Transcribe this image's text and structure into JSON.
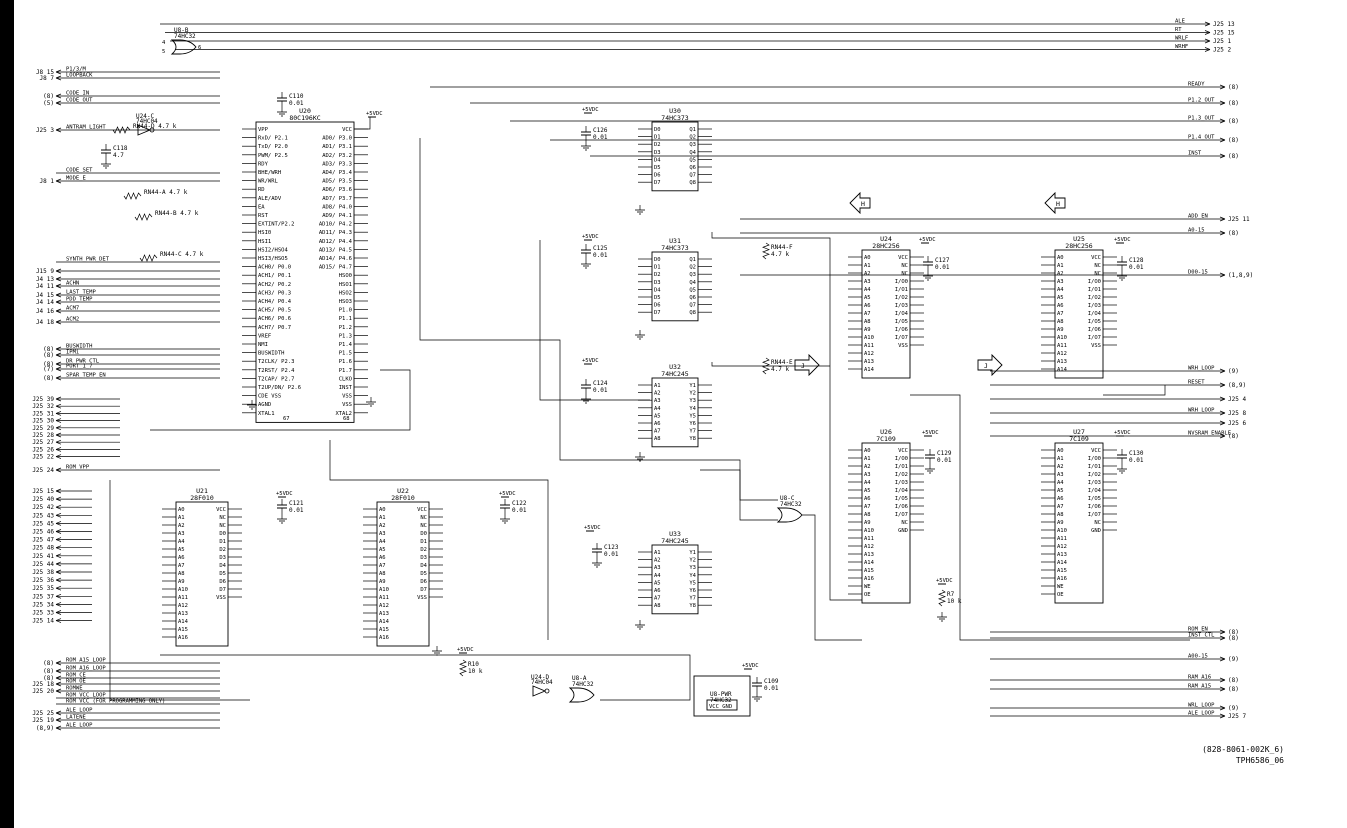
{
  "footer": {
    "ref": "(828-8061-002K_6)",
    "fig": "TPH6586_06"
  },
  "arrows": [
    "H",
    "H",
    "J",
    "J"
  ],
  "top_right_nets": [
    {
      "net": "ALE",
      "dest": "J25 13"
    },
    {
      "net": "RT",
      "dest": "J25 15"
    },
    {
      "net": "WRLF",
      "dest": "J25 1"
    },
    {
      "net": "WRHF",
      "dest": "J25 2"
    }
  ],
  "right_nets": [
    {
      "net": "READY",
      "dest": "(8)"
    },
    {
      "net": "P1.2_OUT",
      "dest": "(8)"
    },
    {
      "net": "P1.3_OUT",
      "dest": "(8)"
    },
    {
      "net": "P1.4_OUT",
      "dest": "(8)"
    },
    {
      "net": "INST",
      "dest": "(8)"
    },
    {
      "net": "ADD_EN",
      "dest": "J25 11"
    },
    {
      "net": "A0-15",
      "dest": "(8)"
    },
    {
      "net": "D00-15",
      "dest": "(1,8,9)"
    },
    {
      "net": "WRH_LOOP",
      "dest": "(9)"
    },
    {
      "net": "RESET",
      "dest": "(8,9)"
    },
    {
      "net": "",
      "dest": "J25 4"
    },
    {
      "net": "WRH_LOOP",
      "dest": "J25 8"
    },
    {
      "net": "",
      "dest": "J25 6"
    },
    {
      "net": "NVSRAM_ENABLE",
      "dest": "(8)"
    },
    {
      "net": "ROM_EN",
      "dest": "(8)"
    },
    {
      "net": "INST_CTL",
      "dest": "(8)"
    },
    {
      "net": "A00-15",
      "dest": "(9)"
    },
    {
      "net": "RAM_A16",
      "dest": "(8)"
    },
    {
      "net": "RAM_A15",
      "dest": "(8)"
    },
    {
      "net": "WRL_LOOP",
      "dest": "(9)"
    },
    {
      "net": "ALE_LOOP",
      "dest": "J25 7"
    }
  ],
  "left_nets": [
    {
      "src": "J8 15",
      "net": "P1/3/M"
    },
    {
      "src": "J8 7",
      "net": "LOOPBACK"
    },
    {
      "src": "(8)",
      "net": "CODE_IN"
    },
    {
      "src": "(5)",
      "net": "CODE_OUT"
    },
    {
      "src": "J25 3",
      "net": "ANTRAM_LIGHT"
    },
    {
      "src": "",
      "net": "CODE_SET"
    },
    {
      "src": "J8 1",
      "net": "MODE_E"
    },
    {
      "src": "",
      "net": "SYNTH_PWR_DET"
    },
    {
      "src": "J15 9",
      "net": ""
    },
    {
      "src": "J4 13",
      "net": ""
    },
    {
      "src": "J4 11",
      "net": "ACHN"
    },
    {
      "src": "J4 15",
      "net": "LAST_TEMP"
    },
    {
      "src": "J4 14",
      "net": "PDD_TEMP"
    },
    {
      "src": "J4 16",
      "net": "ACM7"
    },
    {
      "src": "J4 18",
      "net": "ACM2"
    },
    {
      "src": "(8)",
      "net": "BUSWIDTH"
    },
    {
      "src": "(8)",
      "net": "IPMi"
    },
    {
      "src": "(8)",
      "net": "DR_PWR_CTL"
    },
    {
      "src": "(7)",
      "net": "PORT_1_7"
    },
    {
      "src": "(8)",
      "net": "SPAR_TEMP_EN"
    },
    {
      "src": "J25 24",
      "net": "ROM_VPP"
    },
    {
      "src": "(8)",
      "net": "ROM_A15_LOOP"
    },
    {
      "src": "(8)",
      "net": "ROM_A16_LOOP"
    },
    {
      "src": "(8)",
      "net": "ROM_CE"
    },
    {
      "src": "J25 18",
      "net": "ROM_OE"
    },
    {
      "src": "J25 20",
      "net": "ROMWE"
    },
    {
      "src": "",
      "net": "ROM_VCC_LOOP"
    },
    {
      "src": "",
      "net": "ROM VCC (FOR PROGRAMMING ONLY)"
    },
    {
      "src": "J25 25",
      "net": "ALE_LOOP"
    },
    {
      "src": "J25 19",
      "net": "LATENE"
    },
    {
      "src": "(8,9)",
      "net": "ALE_LOOP"
    }
  ],
  "bus_pins": {
    "data": [
      "J25 39",
      "J25 32",
      "J25 31",
      "J25 30",
      "J25 29",
      "J25 28",
      "J25 27",
      "J25 26",
      "J25 22"
    ],
    "addr": [
      "J25 15",
      "J25 40",
      "J25 42",
      "J25 43",
      "J25 45",
      "J25 46",
      "J25 47",
      "J25 48",
      "J25 41",
      "J25 44",
      "J25 38",
      "J25 36",
      "J25 35",
      "J25 37",
      "J25 34",
      "J25 33",
      "J25 14"
    ]
  },
  "components": {
    "u8b": {
      "ref": "U8-B",
      "part": "74HC32",
      "pins": [
        "4",
        "5",
        "6"
      ]
    },
    "u20": {
      "ref": "U20",
      "part": "80C196KC",
      "left": [
        "VPP",
        "RxD/ P2.1",
        "TxD/ P2.0",
        "PWM/ P2.5",
        "RDY",
        "BHE/WRH",
        "WR/WRL",
        "RD",
        "ALE/ADV",
        "EA",
        "RST",
        "EXTINT/P2.2",
        "HSI0",
        "HSI1",
        "HSI2/HSO4",
        "HSI3/HSO5",
        "ACH0/ P0.0",
        "ACH1/ P0.1",
        "ACH2/ P0.2",
        "ACH3/ P0.3",
        "ACH4/ P0.4",
        "ACH5/ P0.5",
        "ACH6/ P0.6",
        "ACH7/ P0.7",
        "VREF",
        "NMI",
        "BUSWIDTH",
        "T2CLK/ P2.3",
        "T2RST/ P2.4",
        "T2CAP/ P2.7",
        "T2UP/DN/ P2.6",
        "CDE VSS",
        "AGND",
        "XTAL1"
      ],
      "right": [
        "VCC",
        "AD0/ P3.0",
        "AD1/ P3.1",
        "AD2/ P3.2",
        "AD3/ P3.3",
        "AD4/ P3.4",
        "AD5/ P3.5",
        "AD6/ P3.6",
        "AD7/ P3.7",
        "AD8/ P4.0",
        "AD9/ P4.1",
        "AD10/ P4.2",
        "AD11/ P4.3",
        "AD12/ P4.4",
        "AD13/ P4.5",
        "AD14/ P4.6",
        "AD15/ P4.7",
        "HSO0",
        "HSO1",
        "HSO2",
        "HSO3",
        "P1.0",
        "P1.1",
        "P1.2",
        "P1.3",
        "P1.4",
        "P1.5",
        "P1.6",
        "P1.7",
        "CLKO",
        "INST",
        "VSS",
        "VSS",
        "XTAL2"
      ],
      "bottom": [
        "67",
        "68"
      ]
    },
    "c110": {
      "ref": "C110",
      "value": "0.01"
    },
    "c118": {
      "ref": "C118",
      "value": "4.7"
    },
    "rn44d": {
      "ref": "RN44-D",
      "value": "4.7 k"
    },
    "rn44a": {
      "ref": "RN44-A",
      "value": "4.7 k"
    },
    "rn44b": {
      "ref": "RN44-B",
      "value": "4.7 k"
    },
    "rn44c": {
      "ref": "RN44-C",
      "value": "4.7 k"
    },
    "u24c": {
      "ref": "U24-C",
      "part": "74HC04"
    },
    "u30": {
      "ref": "U30",
      "part": "74HC373",
      "in": [
        "D0",
        "D1",
        "D2",
        "D3",
        "D4",
        "D5",
        "D6",
        "D7"
      ],
      "out": [
        "Q1",
        "Q2",
        "Q3",
        "Q4",
        "Q5",
        "Q6",
        "Q7",
        "Q8"
      ]
    },
    "u31": {
      "ref": "U31",
      "part": "74HC373"
    },
    "u32": {
      "ref": "U32",
      "part": "74HC245",
      "in": [
        "A1",
        "A2",
        "A3",
        "A4",
        "A5",
        "A6",
        "A7",
        "A8"
      ],
      "out": [
        "Y1",
        "Y2",
        "Y3",
        "Y4",
        "Y5",
        "Y6",
        "Y7",
        "Y8"
      ]
    },
    "u33": {
      "ref": "U33",
      "part": "74HC245"
    },
    "c126": {
      "ref": "C126",
      "value": "0.01"
    },
    "c125": {
      "ref": "C125",
      "value": "0.01"
    },
    "c124": {
      "ref": "C124",
      "value": "0.01"
    },
    "c123": {
      "ref": "C123",
      "value": "0.01"
    },
    "rn44f": {
      "ref": "RN44-F",
      "value": "4.7 k"
    },
    "rn44e": {
      "ref": "RN44-E",
      "value": "4.7 k"
    },
    "u24": {
      "ref": "U24",
      "part": "28HC256",
      "left": [
        "A0",
        "A1",
        "A2",
        "A3",
        "A4",
        "A5",
        "A6",
        "A7",
        "A8",
        "A9",
        "A10",
        "A11",
        "A12",
        "A13",
        "A14"
      ],
      "right": [
        "VCC",
        "NC",
        "NC",
        "I/O0",
        "I/O1",
        "I/O2",
        "I/O3",
        "I/O4",
        "I/O5",
        "I/O6",
        "I/O7",
        "VSS"
      ]
    },
    "u25": {
      "ref": "U25",
      "part": "28HC256"
    },
    "c127": {
      "ref": "C127",
      "value": "0.01"
    },
    "c128": {
      "ref": "C128",
      "value": "0.01"
    },
    "u26": {
      "ref": "U26",
      "part": "7C109",
      "left": [
        "A0",
        "A1",
        "A2",
        "A3",
        "A4",
        "A5",
        "A6",
        "A7",
        "A8",
        "A9",
        "A10",
        "A11",
        "A12",
        "A13",
        "A14",
        "A15",
        "A16",
        "WE",
        "OE"
      ],
      "right": [
        "VCC",
        "I/O0",
        "I/O1",
        "I/O2",
        "I/O3",
        "I/O4",
        "I/O5",
        "I/O6",
        "I/O7",
        "NC",
        "GND"
      ]
    },
    "u27": {
      "ref": "U27",
      "part": "7C109"
    },
    "c129": {
      "ref": "C129",
      "value": "0.01"
    },
    "c130": {
      "ref": "C130",
      "value": "0.01"
    },
    "r7": {
      "ref": "R7",
      "value": "10 k"
    },
    "u8c": {
      "ref": "U8-C",
      "part": "74HC32"
    },
    "u21": {
      "ref": "U21",
      "part": "28F010",
      "left": [
        "A0",
        "A1",
        "A2",
        "A3",
        "A4",
        "A5",
        "A6",
        "A7",
        "A8",
        "A9",
        "A10",
        "A11",
        "A12",
        "A13",
        "A14",
        "A15",
        "A16"
      ],
      "right": [
        "VCC",
        "NC",
        "NC",
        "D0",
        "D1",
        "D2",
        "D3",
        "D4",
        "D5",
        "D6",
        "D7",
        "VSS"
      ]
    },
    "u22": {
      "ref": "U22",
      "part": "28F010"
    },
    "c121": {
      "ref": "C121",
      "value": "0.01"
    },
    "c122": {
      "ref": "C122",
      "value": "0.01"
    },
    "r10": {
      "ref": "R10",
      "value": "10 k"
    },
    "u24d": {
      "ref": "U24-D",
      "part": "74HC04"
    },
    "u8a": {
      "ref": "U8-A",
      "part": "74HC32"
    },
    "u8pwr": {
      "ref": "U8-PWR",
      "part": "74HC32",
      "pins": [
        "VCC",
        "GND"
      ]
    },
    "c109": {
      "ref": "C109",
      "value": "0.01"
    },
    "supply": "+5VDC"
  }
}
